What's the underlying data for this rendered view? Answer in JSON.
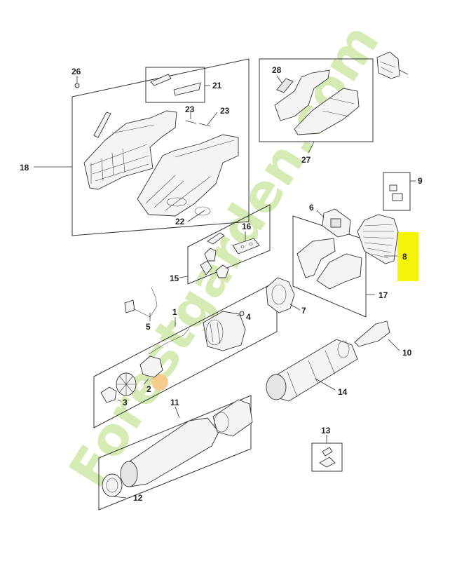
{
  "watermark": {
    "text": "Forestgarden.com",
    "color_primary": "#c8e6a0",
    "color_accent": "#f4c47a"
  },
  "highlight_color": "#f5f507",
  "callouts": {
    "c1": "1",
    "c2": "2",
    "c3": "3",
    "c4": "4",
    "c5": "5",
    "c6": "6",
    "c7": "7",
    "c8": "8",
    "c9": "9",
    "c10": "10",
    "c11": "11",
    "c12": "12",
    "c13": "13",
    "c14": "14",
    "c15": "15",
    "c16": "16",
    "c17": "17",
    "c18": "18",
    "c21": "21",
    "c22": "22",
    "c23a": "23",
    "c23b": "23",
    "c26": "26",
    "c27": "27",
    "c28": "28"
  }
}
